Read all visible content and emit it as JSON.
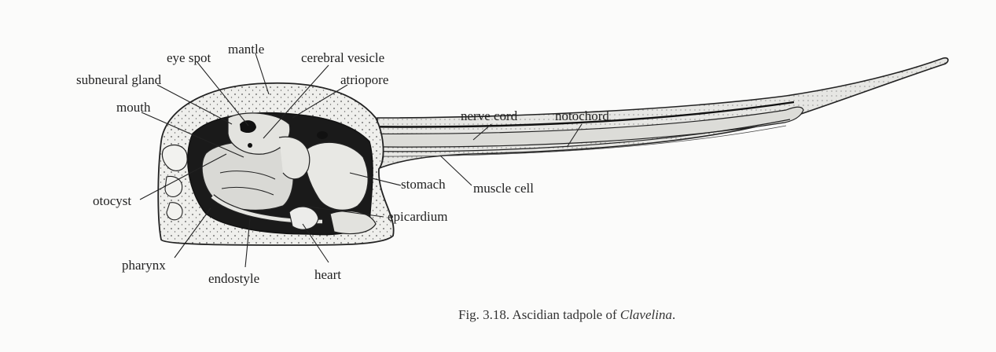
{
  "labels": {
    "eye_spot": "eye spot",
    "mantle": "mantle",
    "cerebral_vesicle": "cerebral vesicle",
    "subneural_gland": "subneural gland",
    "atriopore": "atriopore",
    "mouth": "mouth",
    "nerve_cord": "nerve cord",
    "notochord": "notochord",
    "stomach": "stomach",
    "muscle_cell": "muscle cell",
    "otocyst": "otocyst",
    "epicardium": "epicardium",
    "pharynx": "pharynx",
    "endostyle": "endostyle",
    "heart": "heart"
  },
  "caption": {
    "prefix": "Fig. 3.18. Ascidian tadpole of ",
    "genus": "Clavelina",
    "suffix": "."
  }
}
